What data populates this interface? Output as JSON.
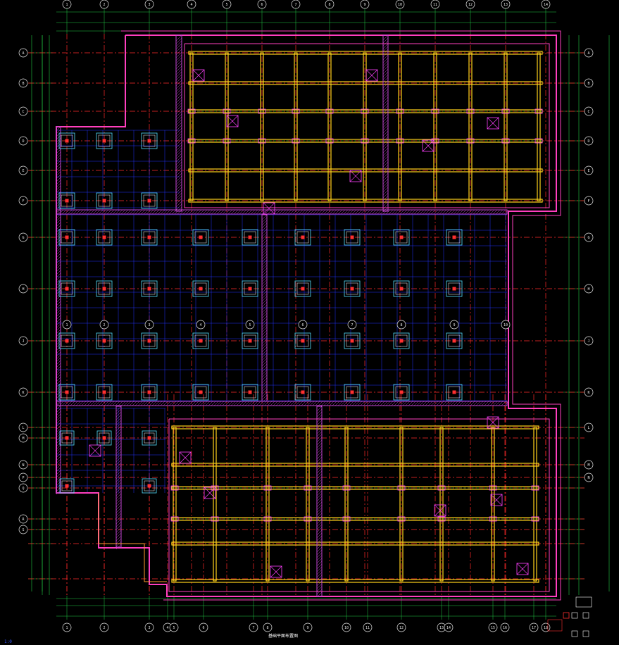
{
  "drawing": {
    "title": "基础平面布置图",
    "subtitle": "",
    "corner_mark": "1:0",
    "axes_top": [
      "1",
      "2",
      "3",
      "4",
      "5",
      "6",
      "7",
      "8",
      "9",
      "10",
      "11",
      "12",
      "13",
      "14"
    ],
    "axes_bottom": [
      "1",
      "2",
      "3",
      "4",
      "5",
      "6",
      "7",
      "8",
      "9",
      "10",
      "11",
      "12",
      "13",
      "14",
      "15",
      "16",
      "17",
      "18"
    ],
    "axes_left": [
      "A",
      "B",
      "C",
      "D",
      "E",
      "F",
      "G",
      "H",
      "J",
      "K",
      "L",
      "M",
      "N",
      "P",
      "Q",
      "R",
      "S"
    ],
    "axes_right": [
      "A",
      "B",
      "C",
      "D",
      "E",
      "F",
      "G",
      "H",
      "J",
      "K",
      "L",
      "M",
      "N"
    ],
    "axes_mid": [
      "1",
      "2",
      "3",
      "4",
      "5",
      "6",
      "7",
      "8",
      "9",
      "10"
    ]
  },
  "colors": {
    "background": "#000000",
    "grid_axis": "#ff2a2a",
    "boundary": "#ff3fbf",
    "wall": "#c044d0",
    "dimension": "#22cc44",
    "beam": "#ffd21a",
    "rebar": "#2233ff",
    "column": "#55e0ff",
    "bubble": "#e8e8e8",
    "label": "#ffe000",
    "magenta_text": "#ff40ff"
  }
}
